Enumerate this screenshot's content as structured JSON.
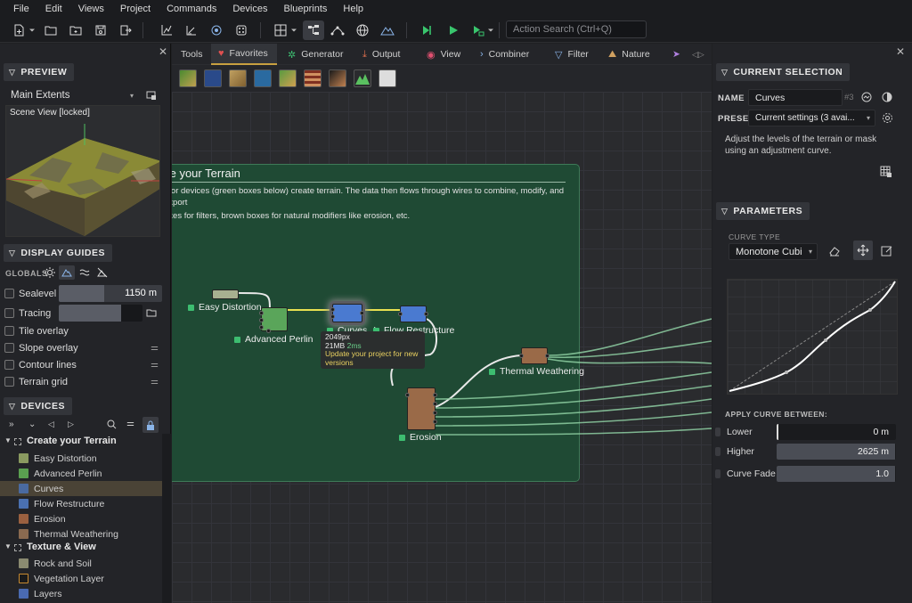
{
  "menu": [
    "File",
    "Edit",
    "Views",
    "Project",
    "Commands",
    "Devices",
    "Blueprints",
    "Help"
  ],
  "toolbar": {
    "action_search_placeholder": "Action Search (Ctrl+Q)"
  },
  "left": {
    "preview": {
      "title": "PREVIEW",
      "dropdown": "Main Extents",
      "scene_label": "Scene View [locked]"
    },
    "display_guides": {
      "title": "DISPLAY GUIDES",
      "globals_label": "GLOBALS",
      "sealevel": {
        "label": "Sealevel",
        "value": "1150 m",
        "fill": 0.44
      },
      "tracing": {
        "label": "Tracing",
        "fill": 0.74
      },
      "options": [
        "Tile overlay",
        "Slope overlay",
        "Contour lines",
        "Terrain grid"
      ]
    },
    "devices": {
      "title": "DEVICES",
      "groups": [
        {
          "name": "Create your Terrain",
          "items": [
            "Easy Distortion",
            "Advanced Perlin",
            "Curves",
            "Flow Restructure",
            "Erosion",
            "Thermal Weathering"
          ]
        },
        {
          "name": "Texture & View",
          "items": [
            "Rock and Soil",
            "Vegetation Layer",
            "Layers"
          ]
        }
      ]
    }
  },
  "center": {
    "tabs": [
      "Tools",
      "Favorites",
      "Generator",
      "Output",
      "View",
      "Combiner",
      "Filter",
      "Nature"
    ],
    "group": {
      "title": "te your Terrain",
      "desc1": "ator devices (green boxes below) create terrain. The data then flows through wires to combine, modify, and export",
      "desc1b": "r.",
      "desc2": "oxes for filters, brown boxes for natural modifiers like erosion, etc."
    },
    "nodes": {
      "easy_distortion": "Easy Distortion",
      "advanced_perlin": "Advanced Perlin",
      "curves": "Curves",
      "curves_flag": "!",
      "flow_restructure": "Flow Restructure",
      "thermal_weathering": "Thermal Weathering",
      "erosion": "Erosion"
    },
    "tooltip": {
      "res": "2049px",
      "mem": "21MB",
      "time": "2ms",
      "msg1": "Update your project for new",
      "msg2": "versions"
    }
  },
  "right": {
    "current_selection": {
      "title": "CURRENT SELECTION",
      "name_label": "NAME",
      "name_value": "Curves",
      "name_index": "#3",
      "preset_label": "PRESET",
      "preset_value": "Current settings  (3 avai...",
      "description": "Adjust the levels of the terrain or mask using an adjustment curve."
    },
    "parameters": {
      "title": "PARAMETERS",
      "curve_type_label": "CURVE TYPE",
      "curve_type_value": "Monotone Cubi",
      "apply_label": "APPLY CURVE BETWEEN:",
      "lower": {
        "label": "Lower",
        "value": "0 m",
        "fill": 0.0
      },
      "higher": {
        "label": "Higher",
        "value": "2625 m",
        "fill": 0.99
      },
      "fade": {
        "label": "Curve Fade",
        "value": "1.0",
        "fill": 0.99
      }
    }
  }
}
